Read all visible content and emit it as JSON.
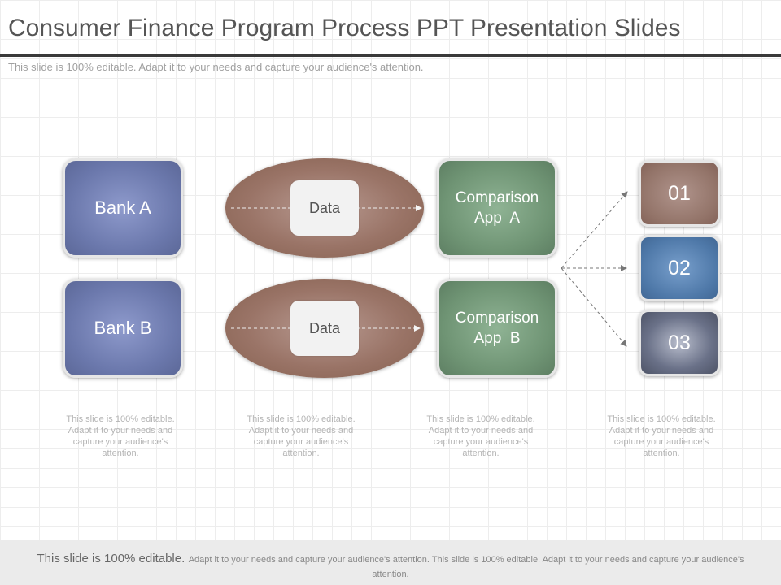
{
  "header": {
    "title": "Consumer Finance Program Process PPT Presentation Slides",
    "subtitle": "This slide is 100% editable. Adapt it to your needs and capture your audience's attention."
  },
  "diagram": {
    "banks": [
      "Bank A",
      "Bank B"
    ],
    "data_labels": [
      "Data",
      "Data"
    ],
    "comparisons": [
      {
        "line1": "Comparison",
        "line2": "App  A"
      },
      {
        "line1": "Comparison",
        "line2": "App  B"
      }
    ],
    "numbers": [
      "01",
      "02",
      "03"
    ],
    "colors": {
      "bank": "#6b78ac",
      "ellipse": "#9a7467",
      "comparison": "#6f9474",
      "num_01": "#937469",
      "num_02": "#4e78a8",
      "num_03": "#6a7188"
    }
  },
  "captions": [
    "This slide is 100% editable. Adapt it to your needs and capture your audience's attention.",
    "This slide is 100% editable. Adapt it to your needs and capture your audience's attention.",
    "This slide is 100% editable. Adapt it to your needs and capture your audience's attention.",
    "This slide is 100% editable. Adapt it to your needs and capture your audience's attention."
  ],
  "footer": {
    "lead": "This slide is 100% editable.",
    "rest": "Adapt it to your needs and capture your audience's attention. This slide is 100% editable. Adapt it to your needs and capture your audience's attention."
  }
}
